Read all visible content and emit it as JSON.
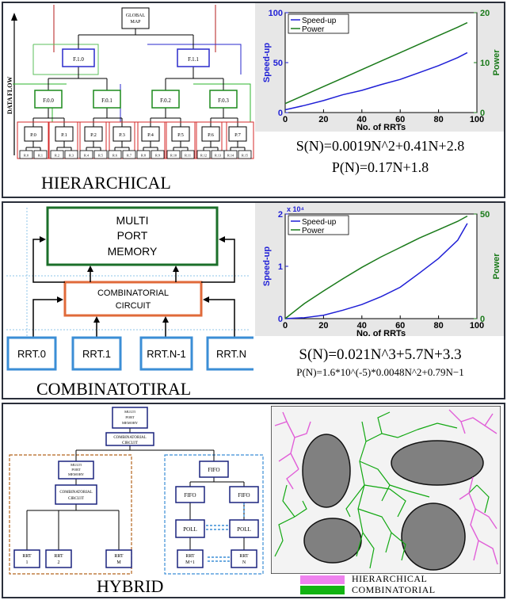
{
  "panels": {
    "hierarchical": {
      "label": "HIERARCHICAL",
      "axis_side_label": "DATA FLOW",
      "tree": {
        "root": "GLOBAL MAP",
        "level1": [
          "F.1.0",
          "F.1.1"
        ],
        "level2": [
          "F.0.0",
          "F.0.1",
          "F.0.2",
          "F.0.3"
        ],
        "level3": [
          "P.0",
          "P.1",
          "P.2",
          "P.3",
          "P.4",
          "P.5",
          "P.6",
          "P.7"
        ],
        "leaves": [
          "R.0",
          "R.1",
          "R.2",
          "R.3",
          "R.4",
          "R.5",
          "R.6",
          "R.7",
          "R.8",
          "R.9",
          "R.10",
          "R.11",
          "R.12",
          "R.13",
          "R.14",
          "R.15"
        ]
      },
      "equations": [
        "S(N)=0.0019N^2+0.41N+2.8",
        "P(N)=0.17N+1.8"
      ]
    },
    "combinatorial": {
      "label": "COMBINATOTIRAL",
      "memory_lines": [
        "MULTI",
        "PORT",
        "MEMORY"
      ],
      "circuit_lines": [
        "COMBINATORIAL",
        "CIRCUIT"
      ],
      "rrts": [
        "RRT.0",
        "RRT.1",
        "RRT.N-1",
        "RRT.N"
      ],
      "equations": [
        "S(N)=0.021N^3+5.7N+3.3",
        "P(N)=1.6*10^(-5)*0.0048N^2+0.79N−1"
      ]
    },
    "hybrid": {
      "label": "HYBRID",
      "top_memory": "MULTI PORT MEMORY",
      "top_circuit": "COMBINATORIAL CIRCUIT",
      "left_memory": "MULTI PORT MEMORY",
      "left_circuit": "COMBINATORIAL CIRCUIT",
      "left_rrts": [
        "RRT 1",
        "RRT 2",
        "RRT M"
      ],
      "fifo_top": "FIFO",
      "fifos": [
        "FIFO",
        "FIFO"
      ],
      "polls": [
        "POLL",
        "POLL"
      ],
      "right_rrts": [
        "RRT M+1",
        "RRT N"
      ],
      "legend": [
        {
          "label": "HIERARCHICAL",
          "color": "#ee82ee"
        },
        {
          "label": "COMBINATORIAL",
          "color": "#12b312"
        }
      ]
    }
  },
  "chart_data": [
    {
      "type": "line",
      "x": [
        0,
        10,
        20,
        30,
        40,
        50,
        60,
        70,
        80,
        90,
        95
      ],
      "series": [
        {
          "name": "Speed-up",
          "axis": "left",
          "color": "#1f1fd6",
          "values": [
            2.8,
            7.1,
            12.0,
            17.8,
            22.2,
            28.0,
            33.2,
            40.0,
            47.0,
            55.0,
            60.0
          ]
        },
        {
          "name": "Power",
          "axis": "right",
          "color": "#1a7a1a",
          "values": [
            1.8,
            3.5,
            5.2,
            6.9,
            8.6,
            10.3,
            12.0,
            13.7,
            15.4,
            17.1,
            18.0
          ]
        }
      ],
      "xlabel": "No. of RRTs",
      "ylabel_left": "Speed-up",
      "ylabel_right": "Power",
      "xlim": [
        0,
        100
      ],
      "ylim_left": [
        0,
        100
      ],
      "ylim_right": [
        0,
        20
      ],
      "xticks": [
        "0",
        "20",
        "40",
        "60",
        "80",
        "100"
      ],
      "yticks_left": [
        "0",
        "50",
        "100"
      ],
      "yticks_right": [
        "0",
        "10",
        "20"
      ],
      "legend": "top-left"
    },
    {
      "type": "line",
      "x": [
        0,
        10,
        20,
        30,
        40,
        50,
        60,
        70,
        80,
        90,
        95
      ],
      "series": [
        {
          "name": "Speed-up",
          "axis": "left",
          "color": "#1f1fd6",
          "values": [
            0,
            180,
            650,
            1600,
            2700,
            4200,
            6000,
            8700,
            11500,
            15000,
            18200
          ]
        },
        {
          "name": "Power",
          "axis": "right",
          "color": "#1a7a1a",
          "values": [
            0,
            7.2,
            13.2,
            19.0,
            24.5,
            29.5,
            34.0,
            38.5,
            42.5,
            46.5,
            49.0
          ]
        }
      ],
      "xlabel": "No. of RRTs",
      "ylabel_left": "Speed-up",
      "ylabel_right": "Power",
      "xlim": [
        0,
        100
      ],
      "ylim_left": [
        0,
        20000
      ],
      "ylim_right": [
        0,
        50
      ],
      "xticks": [
        "0",
        "20",
        "40",
        "60",
        "80",
        "100"
      ],
      "yticks_left": [
        "0",
        "1",
        "2"
      ],
      "yticks_right": [
        "0",
        "50"
      ],
      "y_multiplier": "x 10⁴",
      "legend": "top-left"
    }
  ]
}
